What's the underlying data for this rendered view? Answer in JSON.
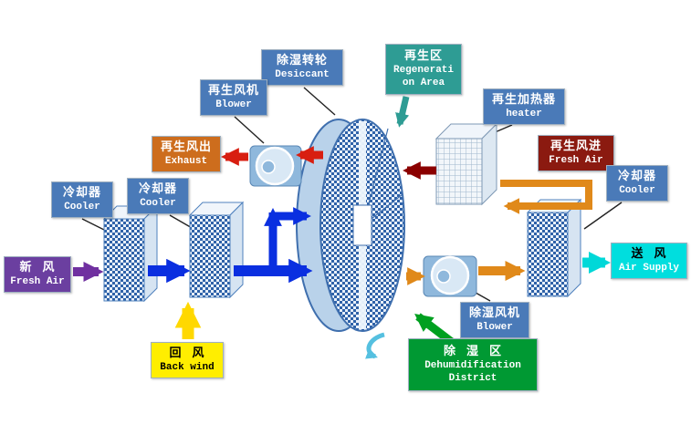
{
  "palette": {
    "label_blue": "#4a7ab8",
    "teal": "#2e9c94",
    "orange_box": "#cd6d1d",
    "maroon": "#8b1a10",
    "purple": "#6b3fa0",
    "cyan_box": "#00dede",
    "yellow_box": "#ffee00",
    "green_box": "#009933",
    "arrow_blue": "#0a2fe0",
    "arrow_purple": "#7030a0",
    "arrow_red": "#d81e10",
    "arrow_darkred": "#8b0000",
    "arrow_orange": "#e0891a",
    "arrow_cyan": "#00d8d8",
    "arrow_yellow": "#ffd800",
    "arrow_green": "#00a020",
    "arrow_teal": "#2e9c94",
    "arrow_ltblue": "#55c0e0",
    "wheel_blue": "#2f62a8"
  },
  "labels": {
    "desiccant_wheel": {
      "zh": "除湿转轮",
      "en": "Desiccant"
    },
    "regeneration_area": {
      "zh": "再生区",
      "en1": "Regenerati",
      "en2": "on Area"
    },
    "regen_blower": {
      "zh": "再生风机",
      "en": "Blower"
    },
    "regen_heater": {
      "zh": "再生加热器",
      "en": "heater"
    },
    "exhaust": {
      "zh": "再生风出",
      "en": "Exhaust"
    },
    "regen_fresh_air": {
      "zh": "再生风进",
      "en": "Fresh Air"
    },
    "cooler_left": {
      "zh": "冷却器",
      "en": "Cooler"
    },
    "cooler_mid": {
      "zh": "冷却器",
      "en": "Cooler"
    },
    "cooler_right": {
      "zh": "冷却器",
      "en": "Cooler"
    },
    "fresh_air": {
      "zh": "新  风",
      "en": "Fresh Air"
    },
    "air_supply": {
      "zh": "送  风",
      "en": "Air Supply"
    },
    "back_wind": {
      "zh": "回  风",
      "en": "Back wind"
    },
    "dehumid_blower": {
      "zh": "除湿风机",
      "en": "Blower"
    },
    "dehumid_district": {
      "zh": "除  湿  区",
      "en1": "Dehumidification",
      "en2": "District"
    }
  }
}
